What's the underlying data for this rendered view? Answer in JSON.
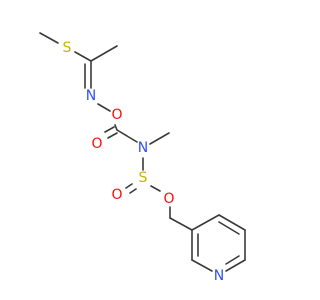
{
  "colors": {
    "background": "#ffffff",
    "bond": "#3a3a3a",
    "sulfur": "#c8b400",
    "nitrogen": "#3050f8",
    "oxygen": "#ff0d0d"
  },
  "atoms": [
    {
      "id": "s-thio",
      "label": "S",
      "element": "sulfur"
    },
    {
      "id": "n-imine",
      "label": "N",
      "element": "nitrogen"
    },
    {
      "id": "o-oxime",
      "label": "O",
      "element": "oxygen"
    },
    {
      "id": "o-carbonyl",
      "label": "O",
      "element": "oxygen"
    },
    {
      "id": "n-carbamate",
      "label": "N",
      "element": "nitrogen"
    },
    {
      "id": "s-sulfinyl",
      "label": "S",
      "element": "sulfur"
    },
    {
      "id": "o-sulfinyl",
      "label": "O",
      "element": "oxygen"
    },
    {
      "id": "o-ester",
      "label": "O",
      "element": "oxygen"
    },
    {
      "id": "n-pyridine",
      "label": "N",
      "element": "nitrogen"
    }
  ]
}
